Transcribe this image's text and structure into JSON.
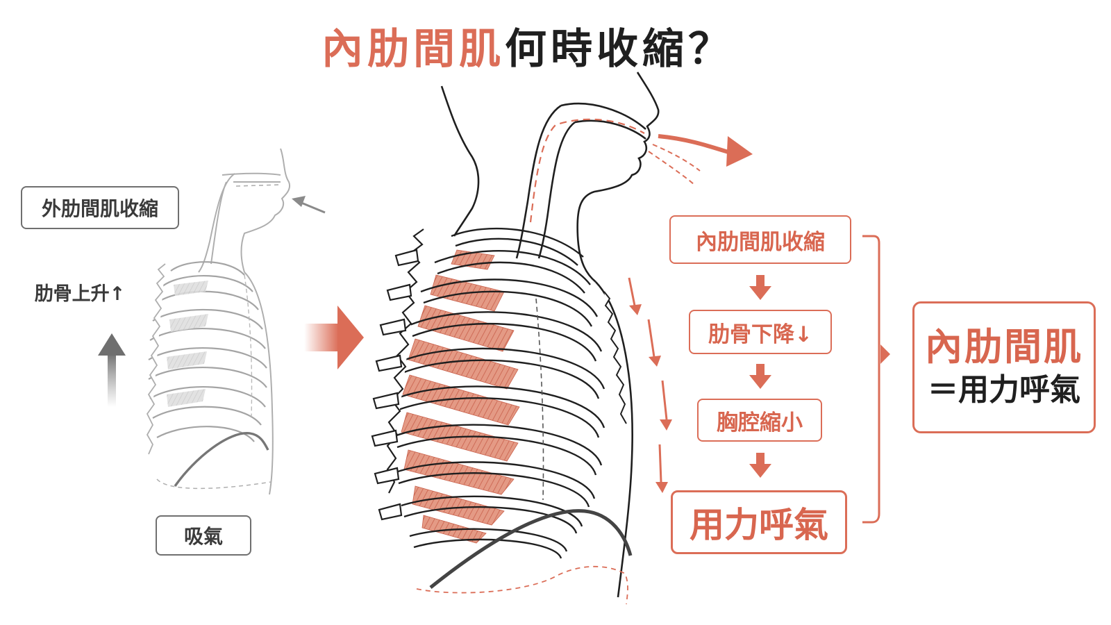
{
  "title": {
    "highlight": "內肋間肌",
    "rest": "何時收縮？"
  },
  "left_panel": {
    "contract_label": "外肋間肌收縮",
    "rib_label": "肋骨上升↑",
    "action_label": "吸氣"
  },
  "flow": {
    "step1": "內肋間肌收縮",
    "step2": "肋骨下降↓",
    "step3": "胸腔縮小",
    "step4": "用力呼氣"
  },
  "summary": {
    "line1": "內肋間肌",
    "line2": "＝用力呼氣"
  },
  "colors": {
    "accent": "#db6d57",
    "ink": "#1f1f1f",
    "muted": "#9a9a9a"
  }
}
